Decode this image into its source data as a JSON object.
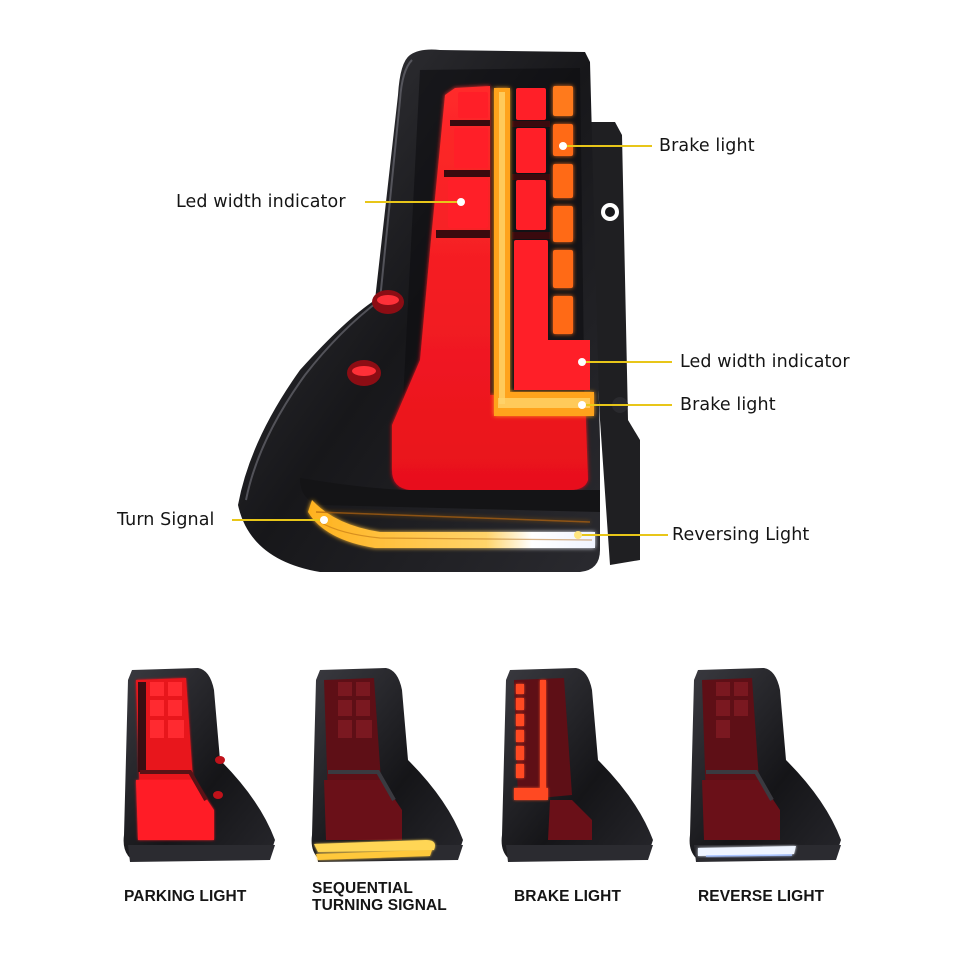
{
  "hero": {
    "product": "LED tail light assembly",
    "callouts": [
      {
        "id": "led-width-indicator-left",
        "label": "Led width indicator",
        "side": "left"
      },
      {
        "id": "brake-light-top",
        "label": "Brake light",
        "side": "right"
      },
      {
        "id": "led-width-indicator-right",
        "label": "Led width indicator",
        "side": "right"
      },
      {
        "id": "brake-light-bottom",
        "label": "Brake light",
        "side": "right"
      },
      {
        "id": "turn-signal",
        "label": "Turn Signal",
        "side": "left"
      },
      {
        "id": "reversing-light",
        "label": "Reversing Light",
        "side": "right"
      }
    ]
  },
  "modes": [
    {
      "id": "parking-light",
      "caption_lines": [
        "PARKING LIGHT"
      ]
    },
    {
      "id": "sequential-turning-signal",
      "caption_lines": [
        "SEQUENTIAL",
        "TURNING SIGNAL"
      ]
    },
    {
      "id": "brake-light",
      "caption_lines": [
        "BRAKE LIGHT"
      ]
    },
    {
      "id": "reverse-light",
      "caption_lines": [
        "REVERSE LIGHT"
      ]
    }
  ],
  "colors": {
    "background": "#ffffff",
    "housing": "#1a1a1c",
    "housing_highlight": "#4a4a50",
    "lens_red": "#f0141e",
    "lens_red_dim": "#6e0f16",
    "amber": "#ffb020",
    "amber_glow": "#ffd35a",
    "reverse_white": "#f4f8ff",
    "leader_line": "#e8c619",
    "label_text": "#151515"
  }
}
